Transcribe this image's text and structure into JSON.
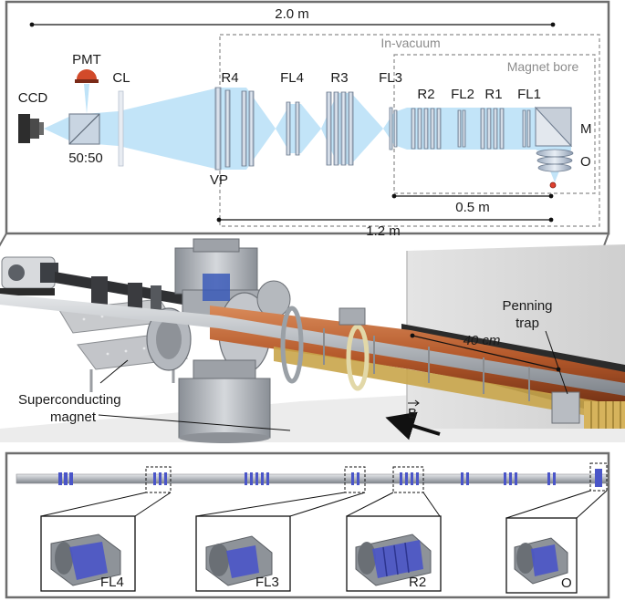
{
  "scale_bars": {
    "total": "2.0 m",
    "in_vacuum": "1.2 m",
    "magnet_bore": "0.5 m",
    "trap_distance": "40 cm"
  },
  "regions": {
    "in_vacuum": "In-vacuum",
    "magnet_bore": "Magnet bore"
  },
  "optics": {
    "ccd": "CCD",
    "pmt": "PMT",
    "beamsplitter": "50:50",
    "cl": "CL",
    "r4": "R4",
    "vp": "VP",
    "fl4": "FL4",
    "r3": "R3",
    "fl3": "FL3",
    "r2": "R2",
    "fl2": "FL2",
    "r1": "R1",
    "fl1": "FL1",
    "m": "M",
    "o": "O"
  },
  "apparatus": {
    "penning_trap_line1": "Penning",
    "penning_trap_line2": "trap",
    "magnet_line1": "Superconducting",
    "magnet_line2": "magnet",
    "field_label": "B"
  },
  "insets": {
    "fl4": "FL4",
    "fl3": "FL3",
    "r2": "R2",
    "o": "O"
  },
  "colors": {
    "beam": "#bfe3f8",
    "copper": "#b4582a",
    "lens_blue": "#4a55c8",
    "steel": "#b8bcc2",
    "frame": "#6e6e6e"
  }
}
